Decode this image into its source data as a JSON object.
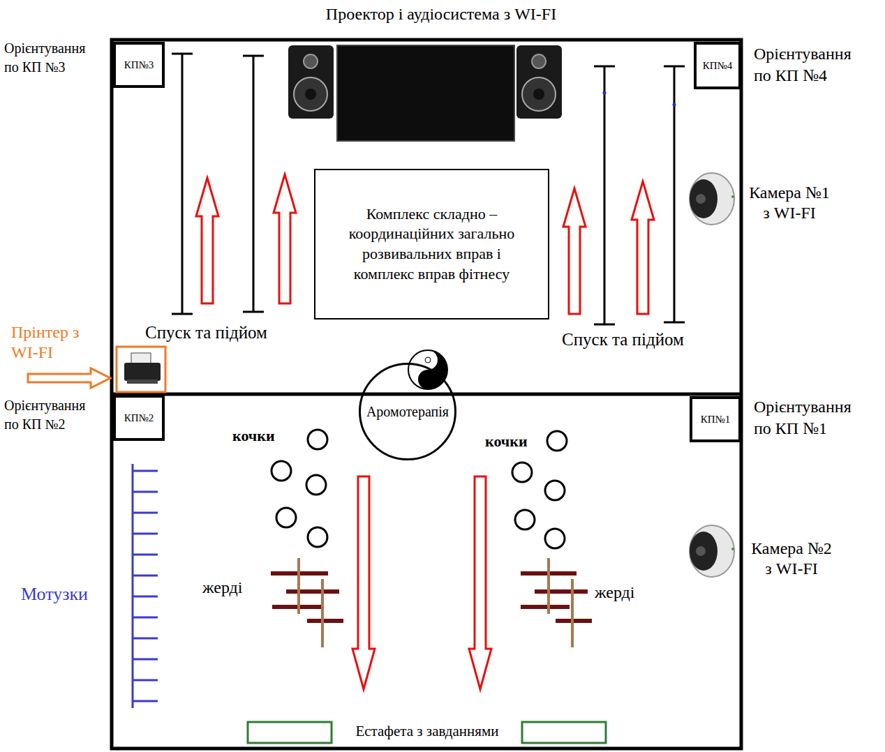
{
  "diagram": {
    "nodes": [
      {
        "text": [
          "КП№3"
        ]
      },
      {
        "text": [
          "КП№4"
        ]
      },
      {
        "text": [
          "Комплекс складно – координаційних загально розвивальних вправ і комплекс вправ фітнесу"
        ]
      },
      {
        "text": [
          "КП№2"
        ]
      },
      {
        "text": [
          "Аромотерапія"
        ]
      },
      {
        "text": [
          "КП№1"
        ]
      }
    ],
    "labels": [
      "Проектор і аудіосистема з WI-FI",
      "Орієнтування по КП №3",
      "Орієнтування по КП №4",
      "Камера №1 з WI-FI",
      "Прінтер з WI-FI",
      "Спуск та підйом",
      "Спуск та підйом",
      "Орієнтування по КП №2",
      "Орієнтування по КП №1",
      "кочки",
      "кочки",
      "Камера №2 з WI-FI",
      "жерді",
      "Мотузки",
      "жерді",
      "Естафета з завданнями"
    ]
  }
}
